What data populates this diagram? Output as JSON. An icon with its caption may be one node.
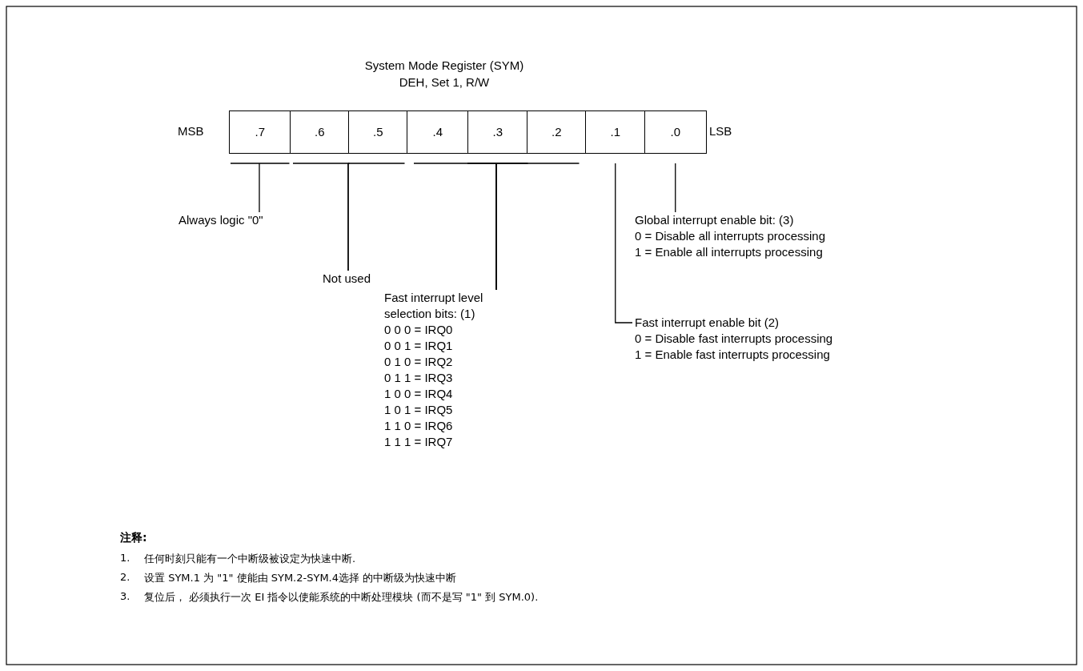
{
  "diagram": {
    "title": "System Mode Register (SYM)",
    "nodes": [
      {
        "text": [
          ".7"
        ]
      },
      {
        "text": [
          ".6"
        ]
      },
      {
        "text": [
          ".5"
        ]
      },
      {
        "text": [
          ".4"
        ]
      },
      {
        "text": [
          ".3"
        ]
      },
      {
        "text": [
          ".2"
        ]
      },
      {
        "text": [
          ".1"
        ]
      },
      {
        "text": [
          ".0"
        ]
      },
      {
        "text": [
          "Always logic \"0\""
        ]
      },
      {
        "text": [
          "Not used"
        ]
      },
      {
        "text": [
          "Fast interrupt level selection bits: (1)",
          "0  0  0 = IRQ0",
          "0  0  1 = IRQ1",
          "0  1  0 = IRQ2",
          "0  1  1 = IRQ3",
          "1  0  0 = IRQ4",
          "1  0  1 = IRQ5",
          "1  1  0 = IRQ6",
          "1  1  1 = IRQ7"
        ]
      },
      {
        "text": [
          "Fast interrupt enable bit (2)",
          "0 = Disable fast interrupts processing",
          "1 = Enable fast interrupts processing"
        ]
      },
      {
        "text": [
          "Global interrupt enable bit: (3)",
          "0 = Disable all interrupts processing",
          "1 = Enable all interrupts processing"
        ]
      }
    ],
    "edges": [
      {
        "from": 0,
        "to": 8,
        "arrow": "none"
      },
      {
        "from": 1,
        "to": 9,
        "arrow": "none"
      },
      {
        "from": 2,
        "to": 9,
        "arrow": "none"
      },
      {
        "from": 3,
        "to": 10,
        "arrow": "none"
      },
      {
        "from": 4,
        "to": 10,
        "arrow": "none"
      },
      {
        "from": 5,
        "to": 10,
        "arrow": "none"
      },
      {
        "from": 6,
        "to": 11,
        "arrow": "none"
      },
      {
        "from": 7,
        "to": 12,
        "arrow": "none"
      }
    ],
    "labels": [
      "DEH, Set 1, R/W",
      "MSB",
      "LSB",
      "注释:",
      "1.",
      "任何时刻只能有一个中断级被设定为快速中断.",
      "2.",
      "设置 SYM.1 为 \"1\"  使能由  SYM.2-SYM.4选择 的中断级为快速中断",
      "3.",
      "复位后， 必须执行一次 EI  指令以使能系统的中断处理模块 (而不是写 \"1\" 到 SYM.0)."
    ]
  }
}
